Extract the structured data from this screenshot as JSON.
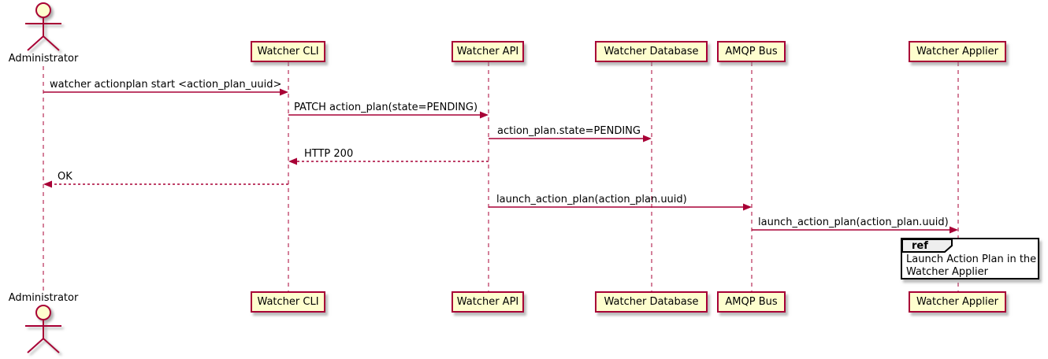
{
  "diagram_type": "plantuml-sequence",
  "colors": {
    "background": "#FFFFFF",
    "participant_fill": "#FEFECE",
    "participant_border": "#A80036",
    "actor_fill": "#FEFECE",
    "arrow": "#A80036",
    "lifeline": "#A80036",
    "text": "#000000",
    "ref_border": "#000000",
    "ref_header_fill": "#EEEEEE",
    "ref_fill": "#FFFFFF"
  },
  "actor": {
    "name": "Administrator"
  },
  "participants": [
    {
      "label": "Watcher CLI"
    },
    {
      "label": "Watcher API"
    },
    {
      "label": "Watcher Database"
    },
    {
      "label": "AMQP Bus"
    },
    {
      "label": "Watcher Applier"
    }
  ],
  "messages": [
    {
      "label": "watcher actionplan start <action_plan_uuid>",
      "from": "Administrator",
      "to": "Watcher CLI",
      "style": "solid"
    },
    {
      "label": "PATCH action_plan(state=PENDING)",
      "from": "Watcher CLI",
      "to": "Watcher API",
      "style": "solid"
    },
    {
      "label": "action_plan.state=PENDING",
      "from": "Watcher API",
      "to": "Watcher Database",
      "style": "solid"
    },
    {
      "label": "HTTP 200",
      "from": "Watcher API",
      "to": "Watcher CLI",
      "style": "dashed"
    },
    {
      "label": "OK",
      "from": "Watcher CLI",
      "to": "Administrator",
      "style": "dashed"
    },
    {
      "label": "launch_action_plan(action_plan.uuid)",
      "from": "Watcher API",
      "to": "AMQP Bus",
      "style": "solid"
    },
    {
      "label": "launch_action_plan(action_plan.uuid)",
      "from": "AMQP Bus",
      "to": "Watcher Applier",
      "style": "solid"
    }
  ],
  "ref": {
    "keyword": "ref",
    "lines": [
      "Launch Action Plan in the",
      "Watcher Applier"
    ]
  }
}
